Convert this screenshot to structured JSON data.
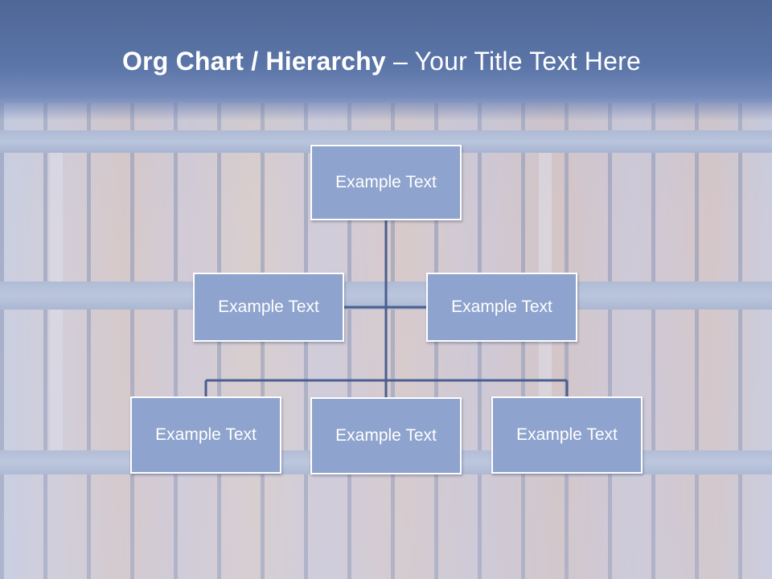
{
  "title": {
    "bold": "Org Chart / Hierarchy",
    "separator": " – ",
    "regular": "Your Title Text Here"
  },
  "org_chart": {
    "root": "Example Text",
    "assistants": [
      "Example Text",
      "Example Text"
    ],
    "subordinates": [
      "Example Text",
      "Example Text",
      "Example Text"
    ]
  },
  "colors": {
    "banner": "#5b75a8",
    "node_fill": "#8ea3cd",
    "node_border": "#ffffff",
    "connector": "#4a5f8f"
  }
}
